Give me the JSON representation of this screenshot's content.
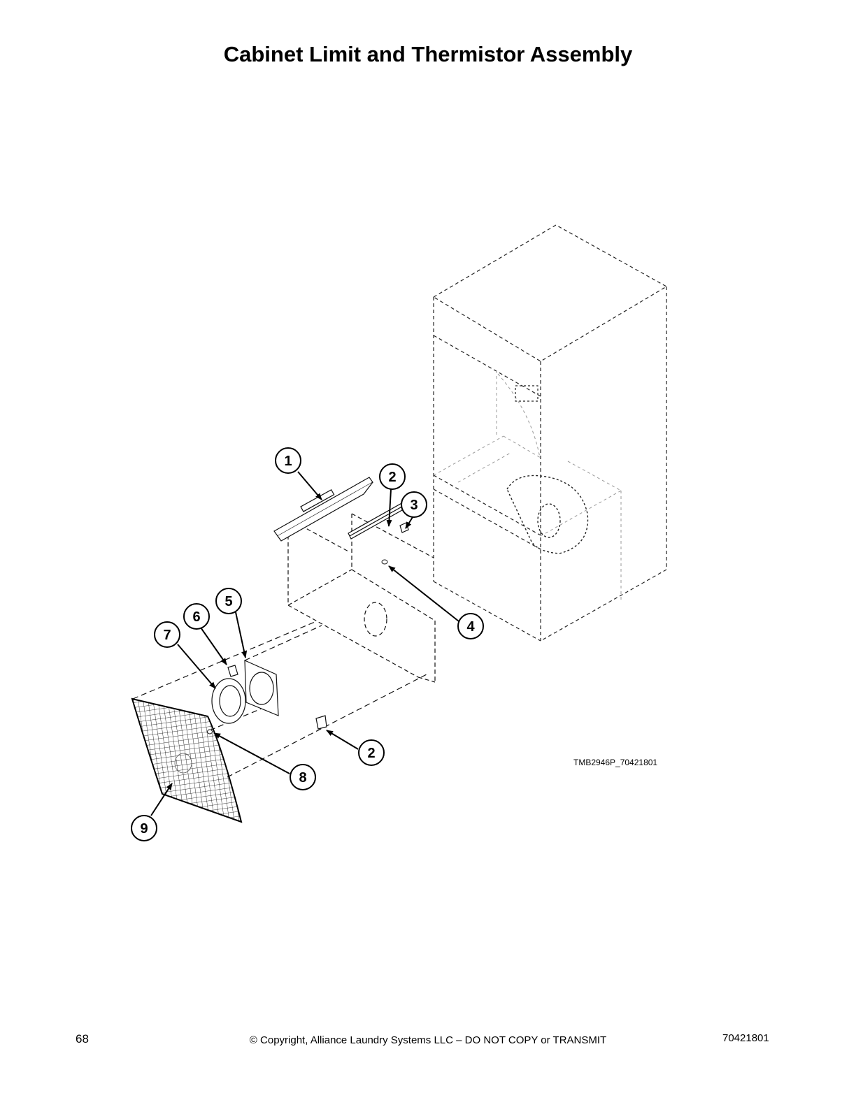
{
  "page": {
    "title": "Cabinet Limit and Thermistor Assembly",
    "drawing_ref": "TMB2946P_70421801",
    "page_number": "68",
    "copyright": "© Copyright, Alliance Laundry Systems LLC – DO NOT COPY or TRANSMIT",
    "doc_number": "70421801"
  },
  "callouts": [
    "1",
    "2",
    "3",
    "4",
    "5",
    "6",
    "7",
    "2",
    "8",
    "9"
  ]
}
